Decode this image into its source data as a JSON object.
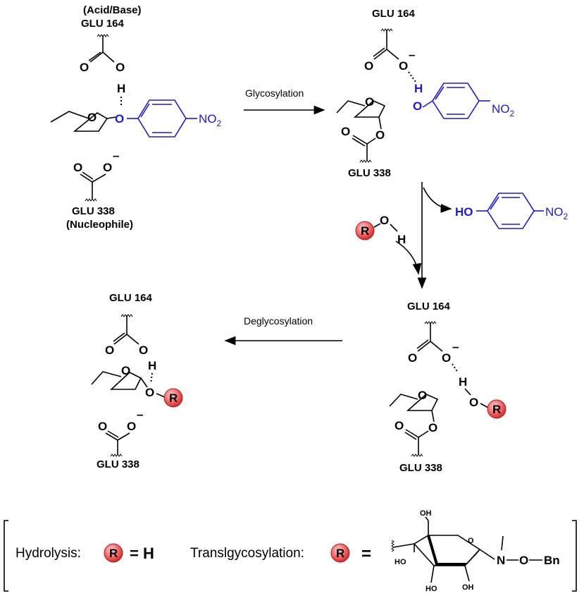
{
  "labels": {
    "acid_base": "(Acid/Base)",
    "glu164": "GLU 164",
    "glu338": "GLU 338",
    "nucleophile": "(Nucleophile)"
  },
  "atoms": {
    "O": "O",
    "H": "H",
    "R": "R",
    "HO": "HO",
    "N": "N",
    "OH": "OH",
    "Bn": "Bn",
    "minus": "–",
    "NO2_base": "NO",
    "NO2_sub": "2"
  },
  "steps": {
    "glycosylation": "Glycosylation",
    "deglycosylation": "Deglycosylation"
  },
  "legend": {
    "hydrolysis": "Hydrolysis:",
    "equals_h": "= H",
    "transglycosylation": "Translgycosylation:",
    "equals": "="
  },
  "colors": {
    "blue": "#1a1ad6",
    "r_ball": "#e03030"
  }
}
